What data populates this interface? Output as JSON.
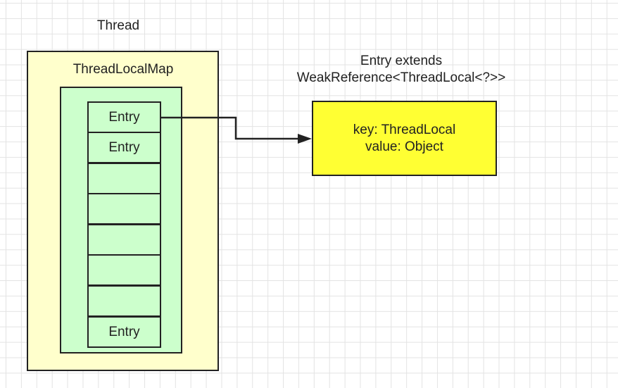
{
  "thread": {
    "title": "Thread"
  },
  "thread_local_map": {
    "title": "ThreadLocalMap",
    "entries": [
      "Entry",
      "Entry",
      "",
      "",
      "",
      "",
      "",
      "Entry"
    ]
  },
  "entry_class": {
    "caption_line1": "Entry extends",
    "caption_line2": "WeakReference<ThreadLocal<?>>",
    "key_line": "key:  ThreadLocal",
    "value_line": "value:  Object"
  },
  "colors": {
    "thread_fill": "#ffffcc",
    "map_fill": "#ccffcc",
    "detail_fill": "#ffff33",
    "stroke": "#222222"
  }
}
